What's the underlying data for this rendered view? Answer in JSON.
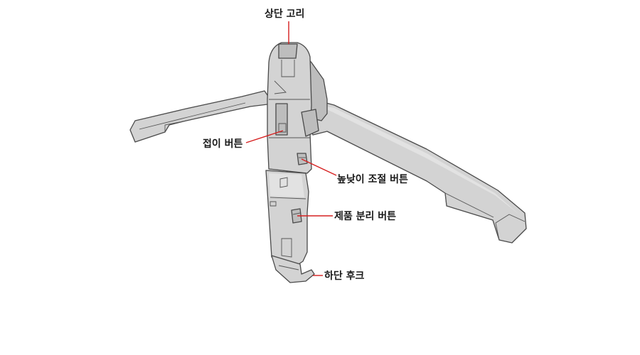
{
  "diagram": {
    "callouts": {
      "top_hook": "상단 고리",
      "fold_button": "접이 버튼",
      "height_adjust_button": "높낮이 조절 버튼",
      "detach_button": "제품 분리 버튼",
      "bottom_hook": "하단 후크"
    },
    "colors": {
      "body": "#d3d3d3",
      "outline": "#4a4a4a",
      "leader_line": "#d62020",
      "label_text": "#1a1a1a"
    }
  }
}
